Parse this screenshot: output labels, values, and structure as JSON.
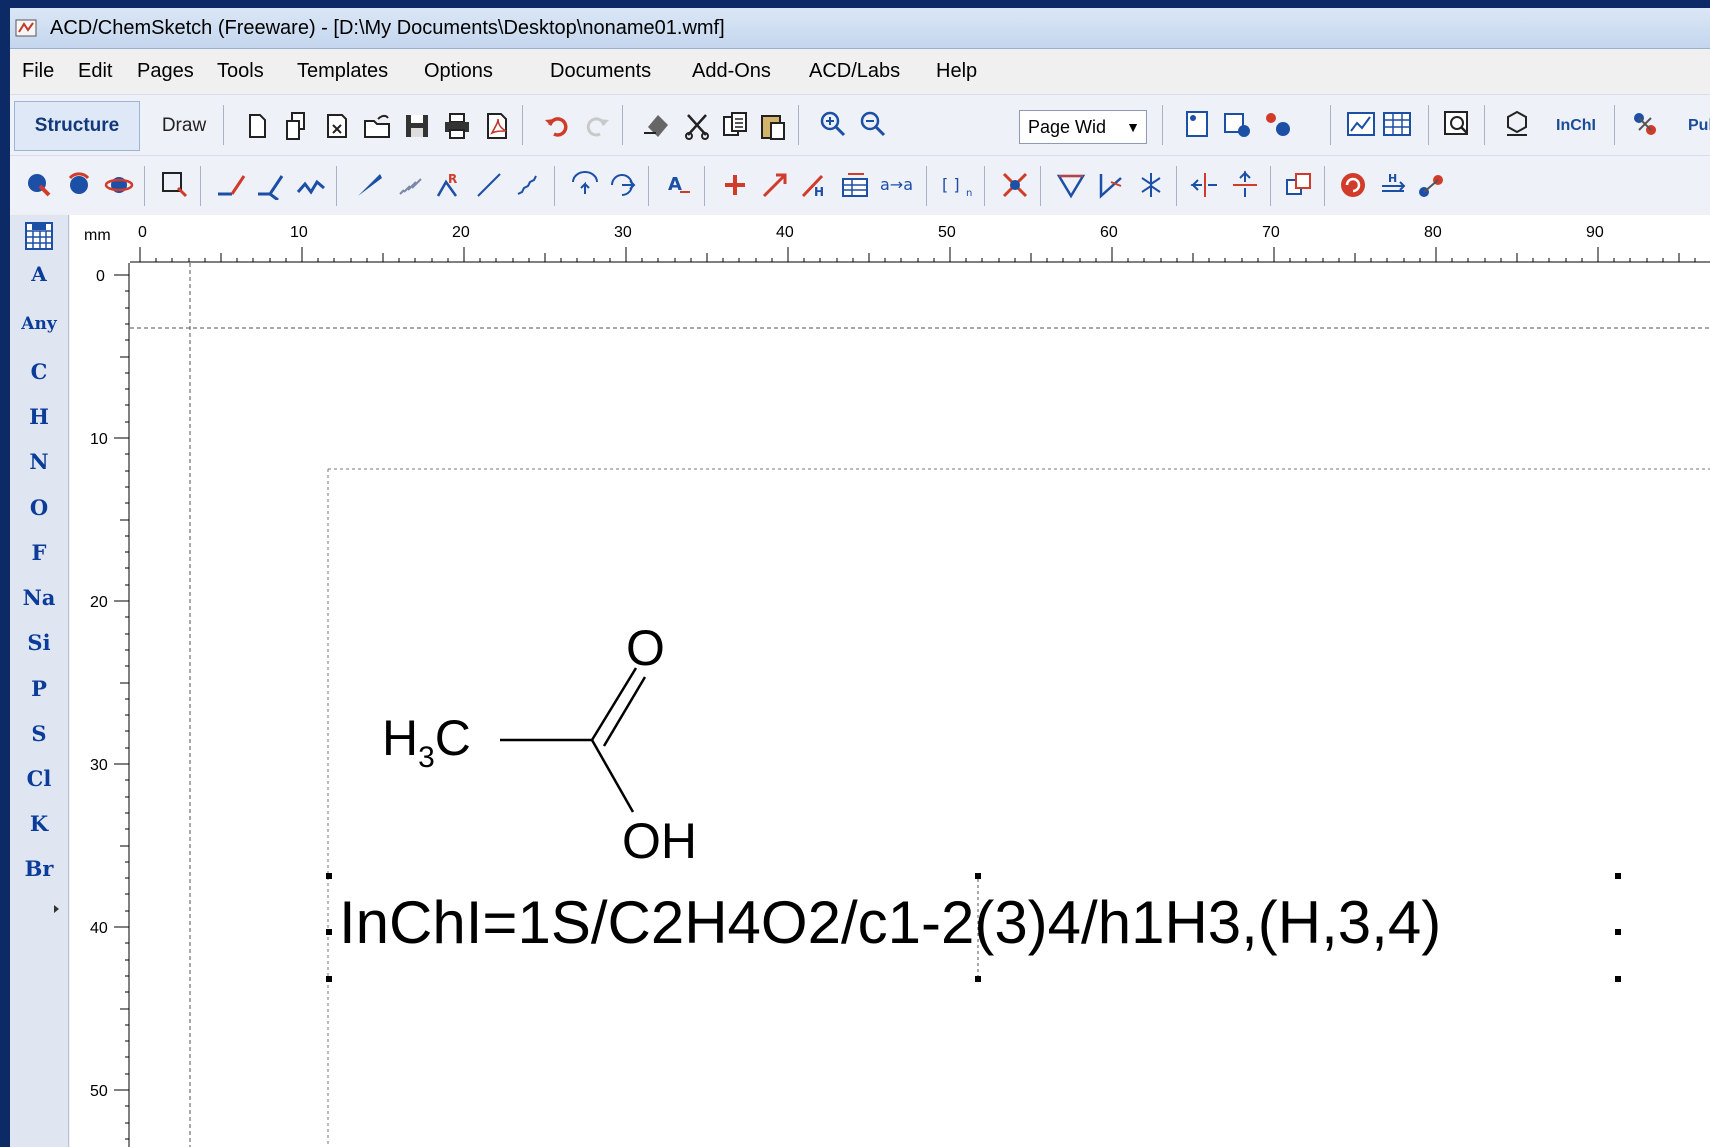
{
  "window": {
    "title": "ACD/ChemSketch (Freeware) - [D:\\My Documents\\Desktop\\noname01.wmf]"
  },
  "menu": [
    "File",
    "Edit",
    "Pages",
    "Tools",
    "Templates",
    "Options",
    "Documents",
    "Add-Ons",
    "ACD/Labs",
    "Help"
  ],
  "modes": {
    "structure": "Structure",
    "draw": "Draw"
  },
  "zoom": {
    "value": "Page Wid"
  },
  "toolbar_labels": {
    "inchi": "InChI",
    "pub": "Pub"
  },
  "elements": [
    "A",
    "Any",
    "C",
    "H",
    "N",
    "O",
    "F",
    "Na",
    "Si",
    "P",
    "S",
    "Cl",
    "K",
    "Br"
  ],
  "ruler": {
    "unit": "mm",
    "h_labels": [
      "0",
      "10",
      "20",
      "30",
      "40",
      "50",
      "60",
      "70",
      "80",
      "90"
    ],
    "v_labels": [
      "0",
      "10",
      "20",
      "30",
      "40",
      "50"
    ]
  },
  "molecule": {
    "atom_o": "O",
    "atom_oh": "OH",
    "ch3": "H",
    "ch3_sub": "3",
    "ch3_c": "C",
    "inchi": "InChI=1S/C2H4O2/c1-2(3)4/h1H3,(H,3,4)"
  },
  "colors": {
    "slide_bg": "#0b2a66",
    "element_text": "#0b3c9a",
    "toolbar_bg": "#eef1f7"
  }
}
